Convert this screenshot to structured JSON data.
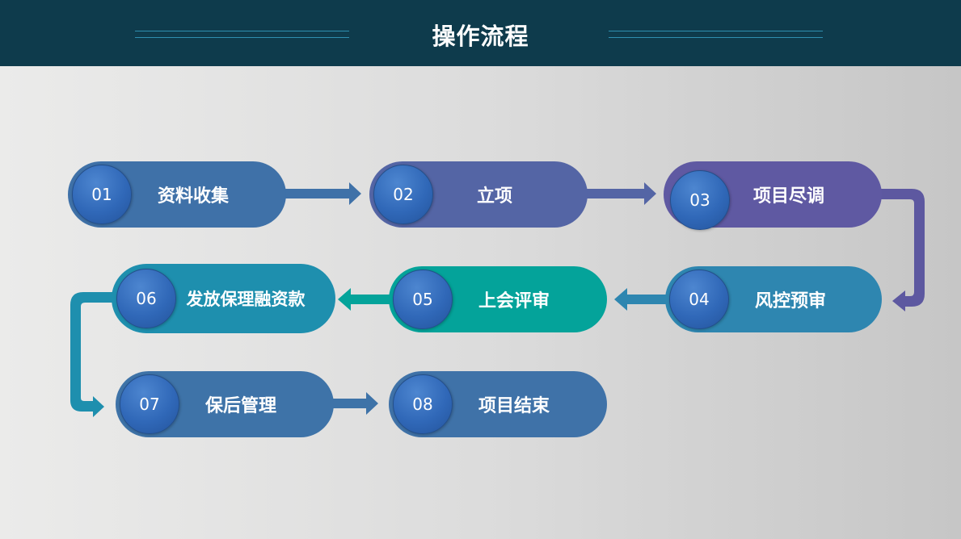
{
  "title": "操作流程",
  "steps": [
    {
      "number": "01",
      "label": "资料收集"
    },
    {
      "number": "02",
      "label": "立项"
    },
    {
      "number": "03",
      "label": "项目尽调"
    },
    {
      "number": "04",
      "label": "风控预审"
    },
    {
      "number": "05",
      "label": "上会评审"
    },
    {
      "number": "06",
      "label": "发放保理融资款"
    },
    {
      "number": "07",
      "label": "保后管理"
    },
    {
      "number": "08",
      "label": "项目结束"
    }
  ],
  "colors": {
    "header": "#0e3b4c",
    "step01": "#3f71a8",
    "step02": "#5465a5",
    "step03": "#5f59a2",
    "step04": "#2e86b0",
    "step05": "#04a39a",
    "step06": "#1e8fae",
    "step07": "#3e73a8",
    "step08": "#3f72a8"
  }
}
